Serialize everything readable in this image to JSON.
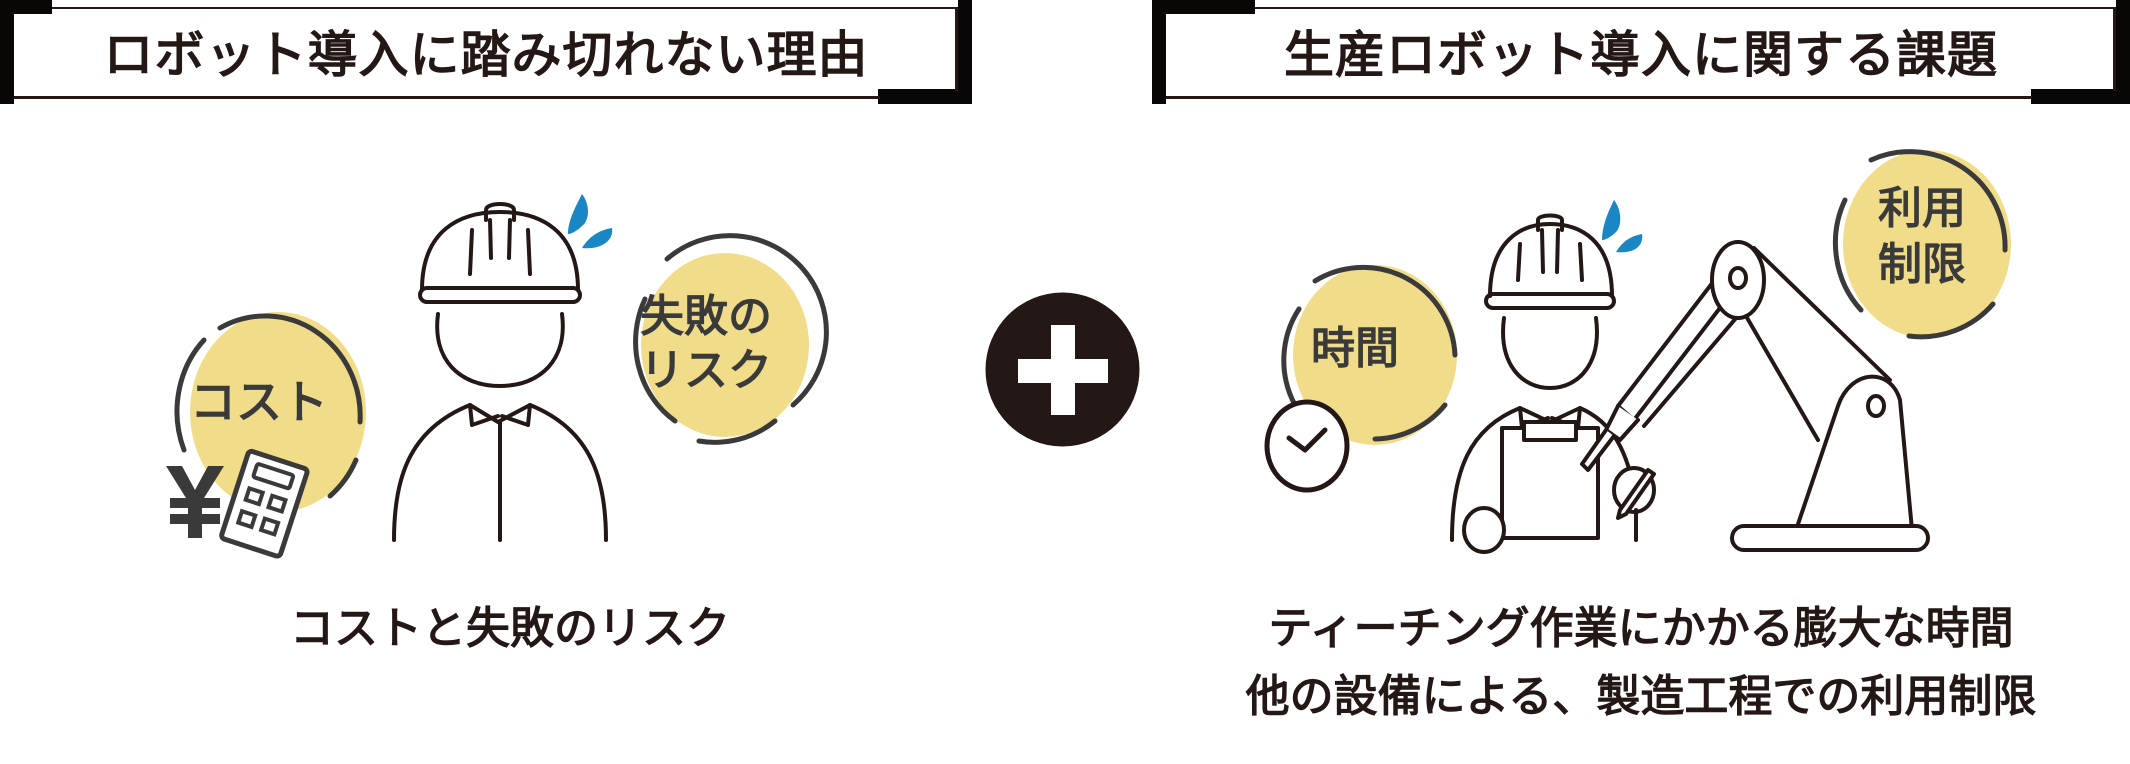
{
  "left_panel": {
    "header_title": "ロボット導入に踏み切れない理由",
    "bubbles": {
      "cost": "コスト",
      "risk_line1": "失敗の",
      "risk_line2": "リスク"
    },
    "caption": "コストと失敗のリスク",
    "icons": [
      "yen-icon",
      "calculator-icon",
      "worker-icon",
      "sweat-drop-icon"
    ]
  },
  "connector": {
    "symbol": "+",
    "icon": "plus-circle-icon"
  },
  "right_panel": {
    "header_title": "生産ロボット導入に関する課題",
    "bubbles": {
      "time": "時間",
      "usage_line1": "利用",
      "usage_line2": "制限"
    },
    "caption_line1": "ティーチング作業にかかる膨大な時間",
    "caption_line2": "他の設備による、製造工程での利用制限",
    "icons": [
      "clock-icon",
      "worker-icon",
      "clipboard-icon",
      "pen-icon",
      "robot-arm-icon",
      "sweat-drop-icon"
    ]
  },
  "colors": {
    "ink": "#231815",
    "bubble_fill": "#f1dc8a",
    "bubble_ring": "#3a3a3a",
    "sweat_blue": "#1a87c4",
    "plus_circle": "#231815"
  }
}
